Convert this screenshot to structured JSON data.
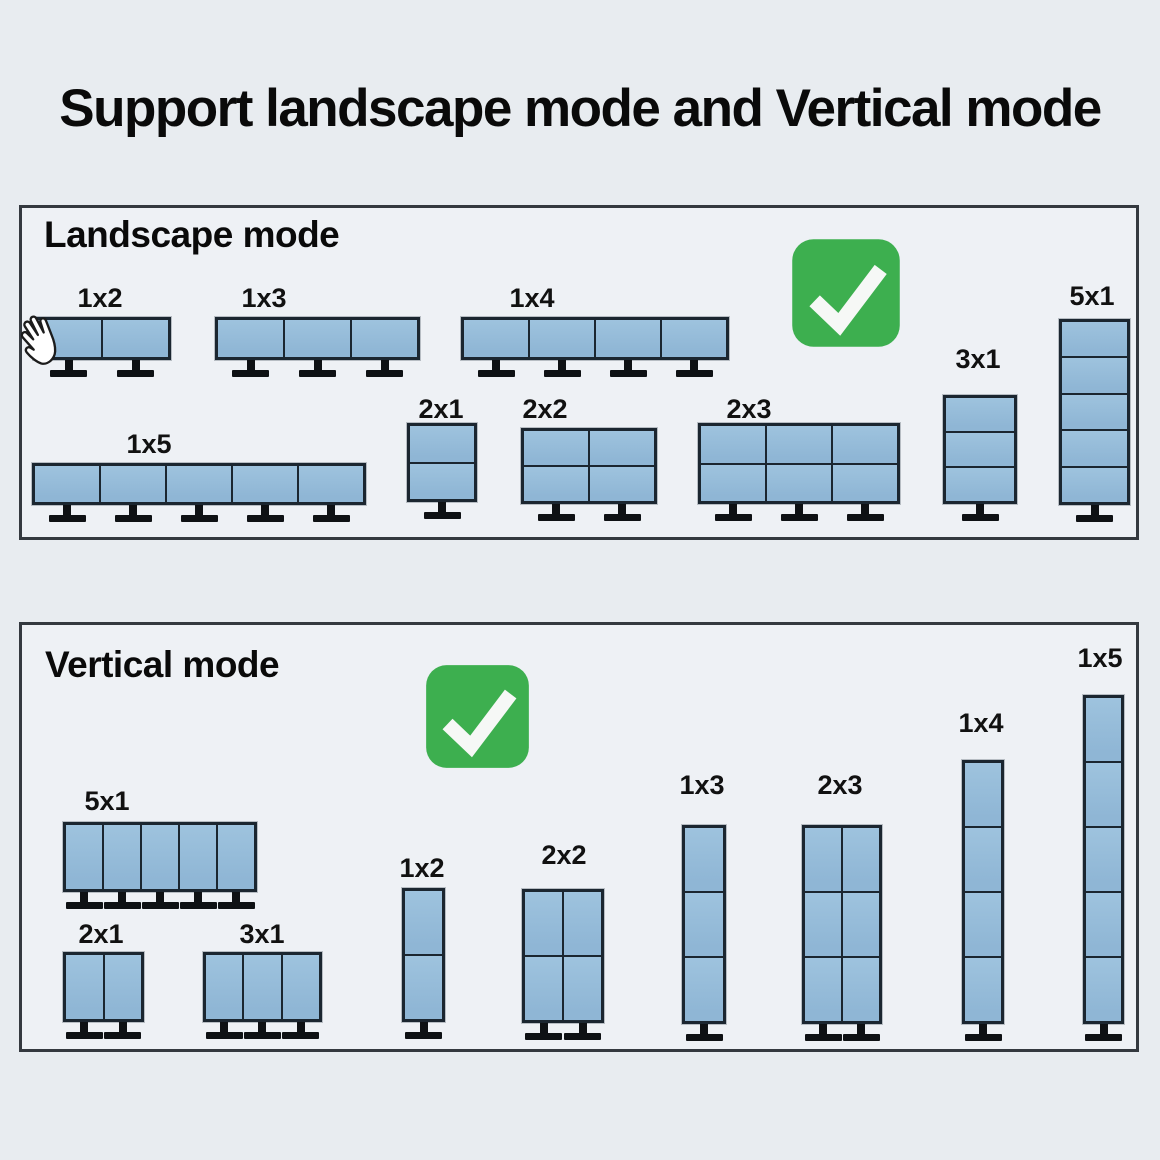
{
  "title": "Support landscape mode and Vertical mode",
  "panels": [
    {
      "id": "landscape",
      "heading": "Landscape mode",
      "check_icon": "green-checkmark",
      "configs": [
        {
          "label": "1x2",
          "rows": 1,
          "cols": 2
        },
        {
          "label": "1x3",
          "rows": 1,
          "cols": 3
        },
        {
          "label": "1x4",
          "rows": 1,
          "cols": 4
        },
        {
          "label": "5x1",
          "rows": 5,
          "cols": 1
        },
        {
          "label": "3x1",
          "rows": 3,
          "cols": 1
        },
        {
          "label": "1x5",
          "rows": 1,
          "cols": 5
        },
        {
          "label": "2x1",
          "rows": 2,
          "cols": 1
        },
        {
          "label": "2x2",
          "rows": 2,
          "cols": 2
        },
        {
          "label": "2x3",
          "rows": 2,
          "cols": 3
        }
      ]
    },
    {
      "id": "vertical",
      "heading": "Vertical mode",
      "check_icon": "green-checkmark",
      "configs": [
        {
          "label": "5x1",
          "rows": 1,
          "cols": 5
        },
        {
          "label": "2x1",
          "rows": 1,
          "cols": 2
        },
        {
          "label": "3x1",
          "rows": 1,
          "cols": 3
        },
        {
          "label": "1x2",
          "rows": 2,
          "cols": 1
        },
        {
          "label": "2x2",
          "rows": 2,
          "cols": 2
        },
        {
          "label": "1x3",
          "rows": 3,
          "cols": 1
        },
        {
          "label": "2x3",
          "rows": 3,
          "cols": 2
        },
        {
          "label": "1x4",
          "rows": 4,
          "cols": 1
        },
        {
          "label": "1x5",
          "rows": 5,
          "cols": 1
        }
      ]
    }
  ],
  "icons": {
    "hand_cursor": "hand-cursor-icon",
    "checkmark": "checkmark-icon"
  },
  "colors": {
    "background": "#e8ecf0",
    "panel_background": "#eef1f5",
    "panel_border": "#34393f",
    "monitor_fill": "#8fb6d5",
    "monitor_fill_light": "#9ec3de",
    "monitor_border": "#1b2630",
    "check_green": "#3daf4f",
    "text": "#0a0a0a"
  }
}
